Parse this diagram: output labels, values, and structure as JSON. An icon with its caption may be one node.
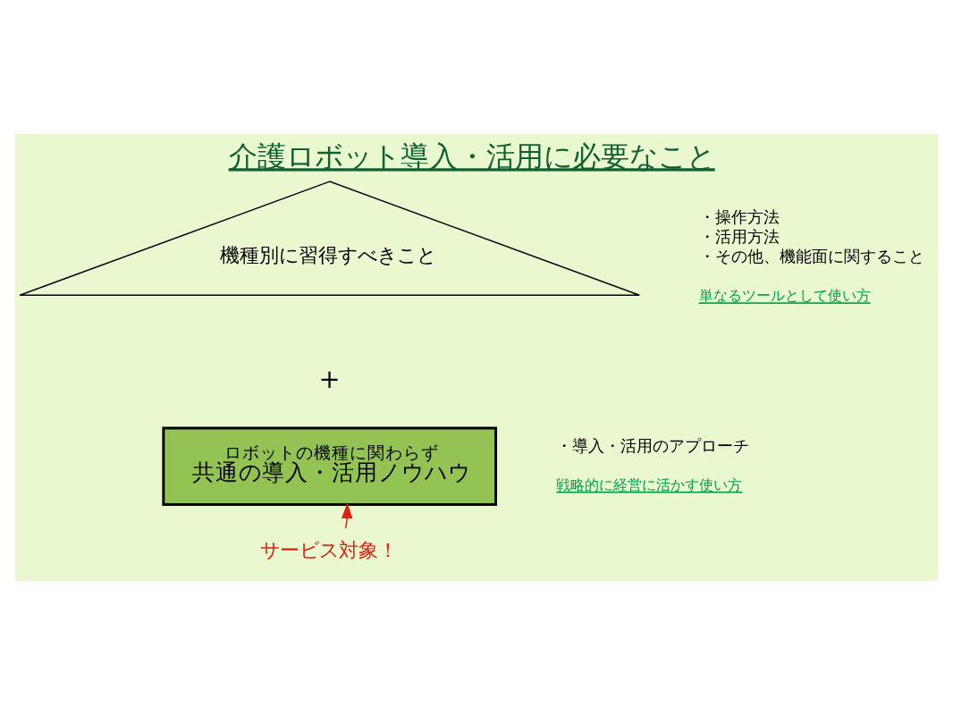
{
  "diagram": {
    "title": "介護ロボット導入・活用に必要なこと",
    "nodes": [
      {
        "text": [
          "機種別に習得すべきこと"
        ],
        "beside": [
          "・操作方法",
          "・活用方法",
          "・その他、機能面に関すること",
          "単なるツールとして使い方"
        ]
      },
      {
        "text": [
          "ロボットの機種に関わらず",
          "共通の導入・活用ノウハウ"
        ],
        "beside": [
          "・導入・活用のアプローチ",
          "戦略的に経営に活かす使い方"
        ]
      },
      {
        "text": [
          "サービス対象！"
        ]
      }
    ],
    "edges": [
      {
        "from": 2,
        "to": 1,
        "arrow": "to",
        "color": "#e02010"
      }
    ],
    "labels": [
      "＋"
    ]
  }
}
